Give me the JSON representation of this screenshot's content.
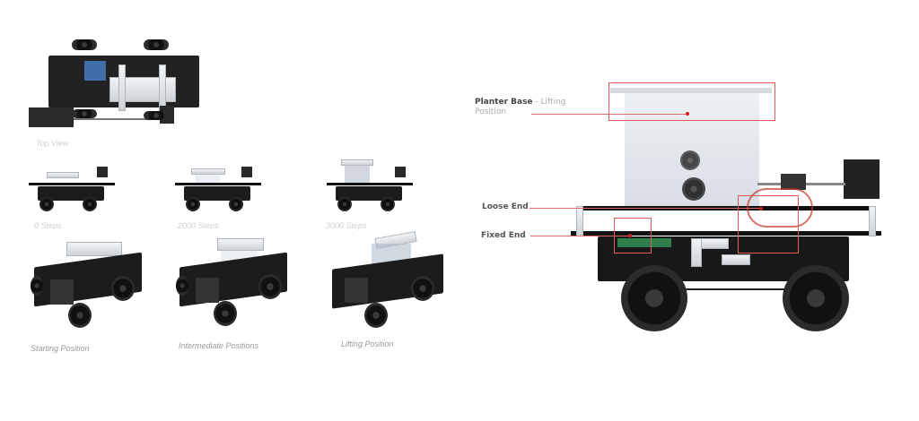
{
  "top_view": {
    "caption": "Top View"
  },
  "side_views": [
    {
      "caption": "0 Steps"
    },
    {
      "caption": "2000 Steps"
    },
    {
      "caption": "3000 Steps"
    }
  ],
  "perspective_views": [
    {
      "caption": "Starting Position"
    },
    {
      "caption": "Intermediate Positions"
    },
    {
      "caption": "Lifting Position"
    }
  ],
  "annotations": {
    "planter_base": {
      "bold": "Planter  Base",
      "separator": " - ",
      "light": "Lifting",
      "line2": "Position"
    },
    "loose_end": {
      "label": "Loose End"
    },
    "fixed_end": {
      "label": "Fixed End"
    }
  },
  "colors": {
    "callout": "#e05858",
    "dot": "#d21d1d"
  }
}
